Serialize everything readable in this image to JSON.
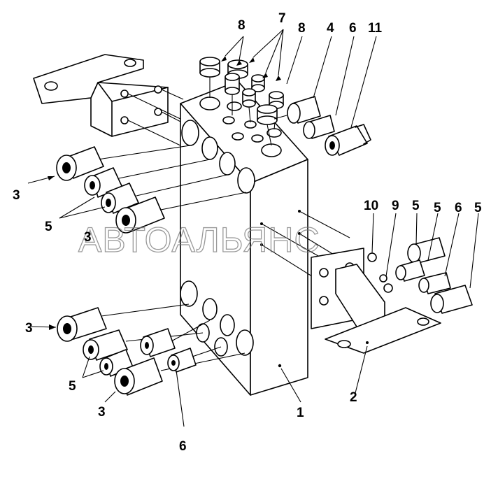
{
  "watermark": "АВТОАЛЬЯНС",
  "callouts": {
    "c1": "1",
    "c2": "2",
    "c3_top": "3",
    "c3_mid": "3",
    "c3_lowmid": "3",
    "c3_bottom": "3",
    "c4": "4",
    "c5_upper": "5",
    "c5_lower": "5",
    "c5_right_a": "5",
    "c5_right_b": "5",
    "c5_right_c": "5",
    "c6_top": "6",
    "c6_right": "6",
    "c6_bottom": "6",
    "c7": "7",
    "c8_a": "8",
    "c8_b": "8",
    "c9": "9",
    "c10": "10",
    "c11": "11"
  },
  "colors": {
    "line": "#000000",
    "background": "#ffffff",
    "watermark": "#777777"
  }
}
